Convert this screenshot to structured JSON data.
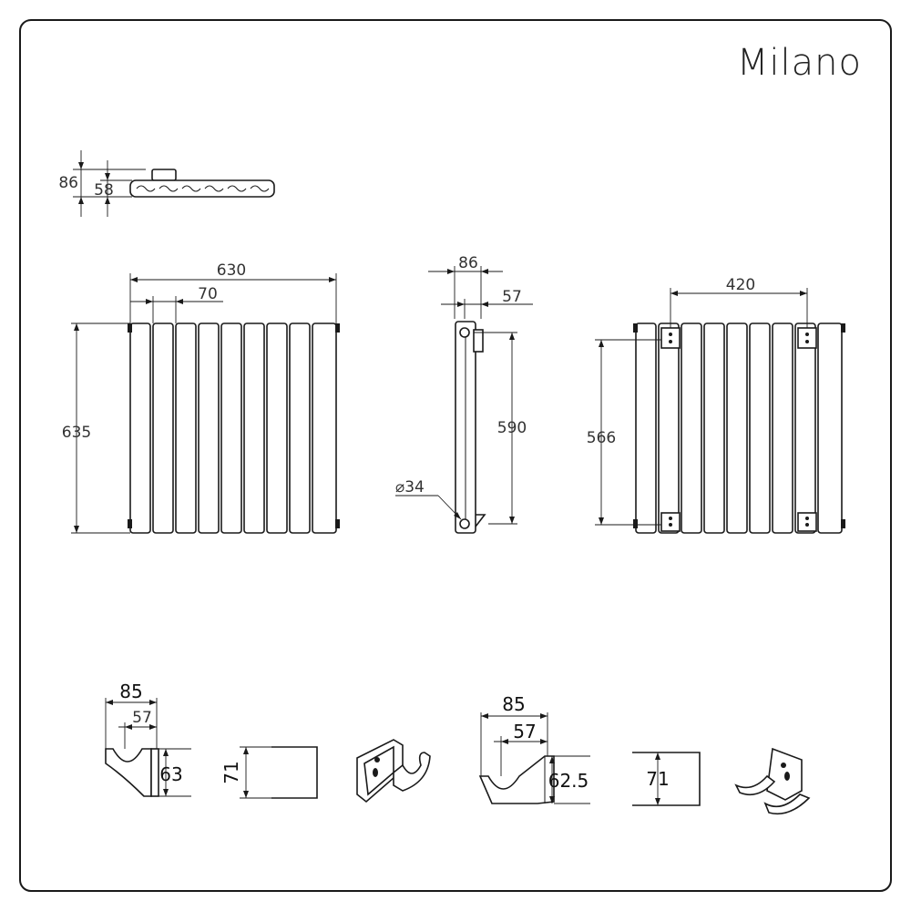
{
  "brand": "Milano",
  "top_view": {
    "depth_total": "86",
    "depth_panel": "58"
  },
  "front_view": {
    "width": "630",
    "column_pitch": "70",
    "height": "635"
  },
  "side_view": {
    "depth_total": "86",
    "depth_panel": "57",
    "connection_centers": "590",
    "pipe_diameter": "⌀34"
  },
  "rear_view": {
    "bracket_spacing": "420",
    "bracket_vertical": "566"
  },
  "bracket_a": {
    "width": "85",
    "inner": "57",
    "height": "63",
    "side": "71"
  },
  "bracket_b": {
    "width": "85",
    "inner": "57",
    "height": "62.5",
    "side": "71"
  }
}
